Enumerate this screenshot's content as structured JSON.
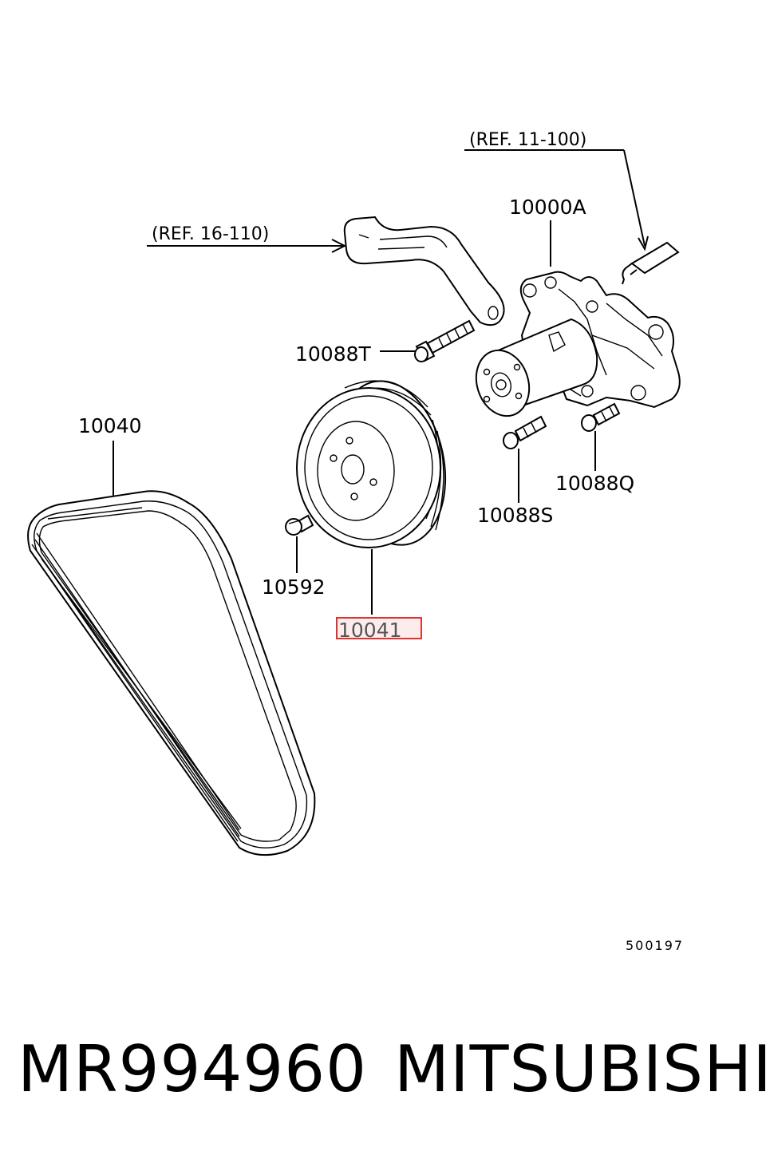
{
  "diagram": {
    "refs": {
      "ref_11_100": "(REF. 11-100)",
      "ref_16_110": "(REF. 16-110)"
    },
    "labels": {
      "water_pump": "10000A",
      "bolt_t": "10088T",
      "belt": "10040",
      "bolt_q": "10088Q",
      "bolt_s": "10088S",
      "pulley_bolt": "10592",
      "pulley": "10041"
    },
    "drawing_code": "500197",
    "highlight_color": "#e0332f"
  },
  "footer": {
    "part_number": "MR994960",
    "brand": "MITSUBISHI"
  }
}
